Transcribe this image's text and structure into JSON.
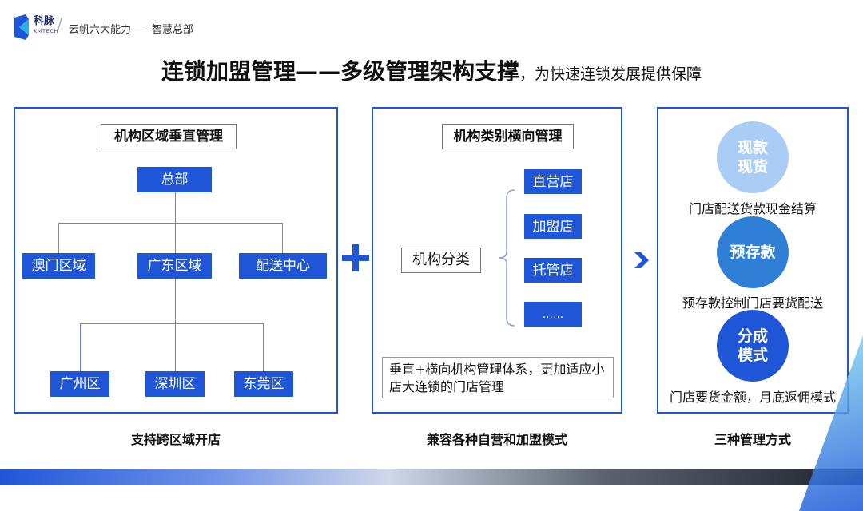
{
  "header": {
    "brand": "科脉",
    "brand_sub": "KMTECH",
    "title": "云帆六大能力——智慧总部"
  },
  "main_title": "连锁加盟管理——多级管理架构支撑",
  "main_subtitle": "，为快速连锁发展提供保障",
  "panel1": {
    "title": "机构区域垂直管理",
    "root": "总部",
    "level2": [
      "澳门区域",
      "广东区域",
      "配送中心"
    ],
    "level3": [
      "广州区",
      "深圳区",
      "东莞区"
    ],
    "caption": "支持跨区域开店"
  },
  "plus_symbol": "+",
  "panel2": {
    "title": "机构类别横向管理",
    "category": "机构分类",
    "types": [
      "直营店",
      "加盟店",
      "托管店",
      "......"
    ],
    "note": "垂直+横向机构管理体系，更加适应小店大连锁的门店管理",
    "caption": "兼容各种自营和加盟模式"
  },
  "arrow_symbol": "›",
  "panel3": {
    "items": [
      {
        "label": "现款\n现货",
        "desc": "门店配送货款现金结算",
        "color": "#a9cdf5"
      },
      {
        "label": "预存款",
        "desc": "预存款控制门店要货配送",
        "color": "#2f7fd6"
      },
      {
        "label": "分成\n模式",
        "desc": "门店要货金额，月底返佣模式",
        "color": "#1f56d8"
      }
    ],
    "caption": "三种管理方式"
  },
  "colors": {
    "accent": "#1f56d8",
    "connector": "#6a86c8"
  }
}
